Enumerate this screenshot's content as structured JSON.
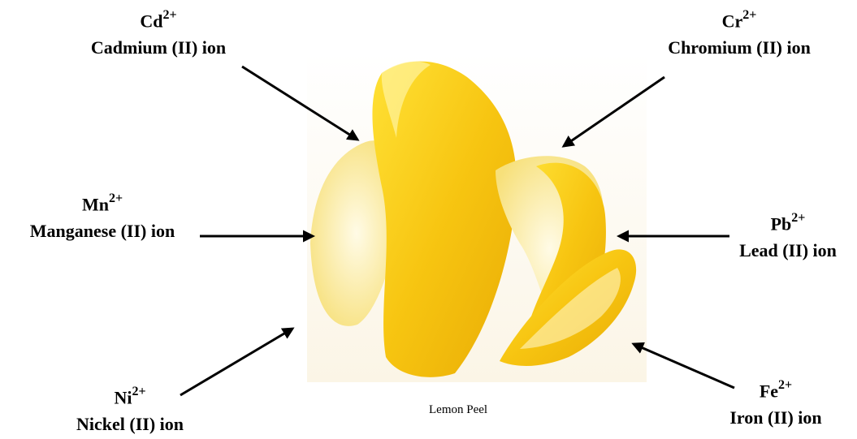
{
  "image": {
    "caption": "Lemon Peel"
  },
  "ions": [
    {
      "id": "cd",
      "symbol": "Cd",
      "charge": "2+",
      "name": "Cadmium (II) ion"
    },
    {
      "id": "cr",
      "symbol": "Cr",
      "charge": "2+",
      "name": "Chromium (II) ion"
    },
    {
      "id": "mn",
      "symbol": "Mn",
      "charge": "2+",
      "name": "Manganese (II) ion"
    },
    {
      "id": "pb",
      "symbol": "Pb",
      "charge": "2+",
      "name": "Lead (II) ion"
    },
    {
      "id": "ni",
      "symbol": "Ni",
      "charge": "2+",
      "name": "Nickel (II) ion"
    },
    {
      "id": "fe",
      "symbol": "Fe",
      "charge": "2+",
      "name": "Iron (II) ion"
    }
  ],
  "colors": {
    "peel_yellow": "#f6cc12",
    "peel_pith": "#fbf0b4",
    "background": "#ffffff",
    "arrow": "#000000"
  }
}
